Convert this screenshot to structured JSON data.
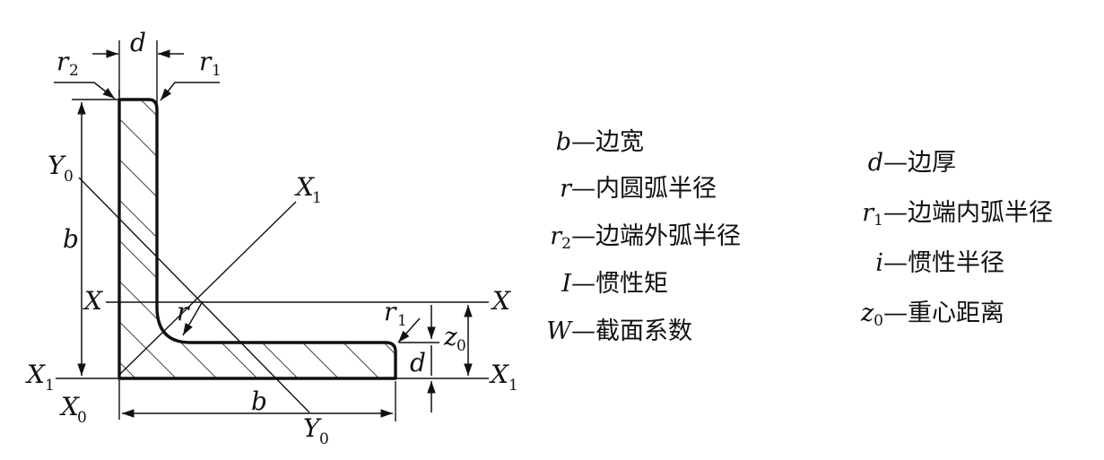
{
  "diagram": {
    "labels": {
      "d_top": "d",
      "r2": "r",
      "r2_sub": "2",
      "r1": "r",
      "r1_sub": "1",
      "y0_top": "Y",
      "y0_top_sub": "0",
      "x1_top": "X",
      "x1_top_sub": "1",
      "b_left": "b",
      "x_left": "X",
      "x_right": "X",
      "r_inner": "r",
      "r1_toe": "r",
      "r1_toe_sub": "1",
      "z0": "z",
      "z0_sub": "0",
      "d_right": "d",
      "x1_left": "X",
      "x1_left_sub": "1",
      "x1_right": "X",
      "x1_right_sub": "1",
      "x0": "X",
      "x0_sub": "0",
      "b_bottom": "b",
      "y0_bottom": "Y",
      "y0_bottom_sub": "0"
    }
  },
  "legend": {
    "left": [
      {
        "symbol": "b",
        "sub": "",
        "text": "—边宽"
      },
      {
        "symbol": "r",
        "sub": "",
        "text": "—内圆弧半径"
      },
      {
        "symbol": "r",
        "sub": "2",
        "text": "—边端外弧半径"
      },
      {
        "symbol": "I",
        "sub": "",
        "text": "—惯性矩"
      },
      {
        "symbol": "W",
        "sub": "",
        "text": "—截面系数"
      }
    ],
    "right": [
      {
        "symbol": "d",
        "sub": "",
        "text": "—边厚"
      },
      {
        "symbol": "r",
        "sub": "1",
        "text": "—边端内弧半径"
      },
      {
        "symbol": "i",
        "sub": "",
        "text": "—惯性半径"
      },
      {
        "symbol": "z",
        "sub": "0",
        "text": "—重心距离"
      }
    ]
  },
  "colors": {
    "line": "#111111",
    "background": "#ffffff"
  }
}
